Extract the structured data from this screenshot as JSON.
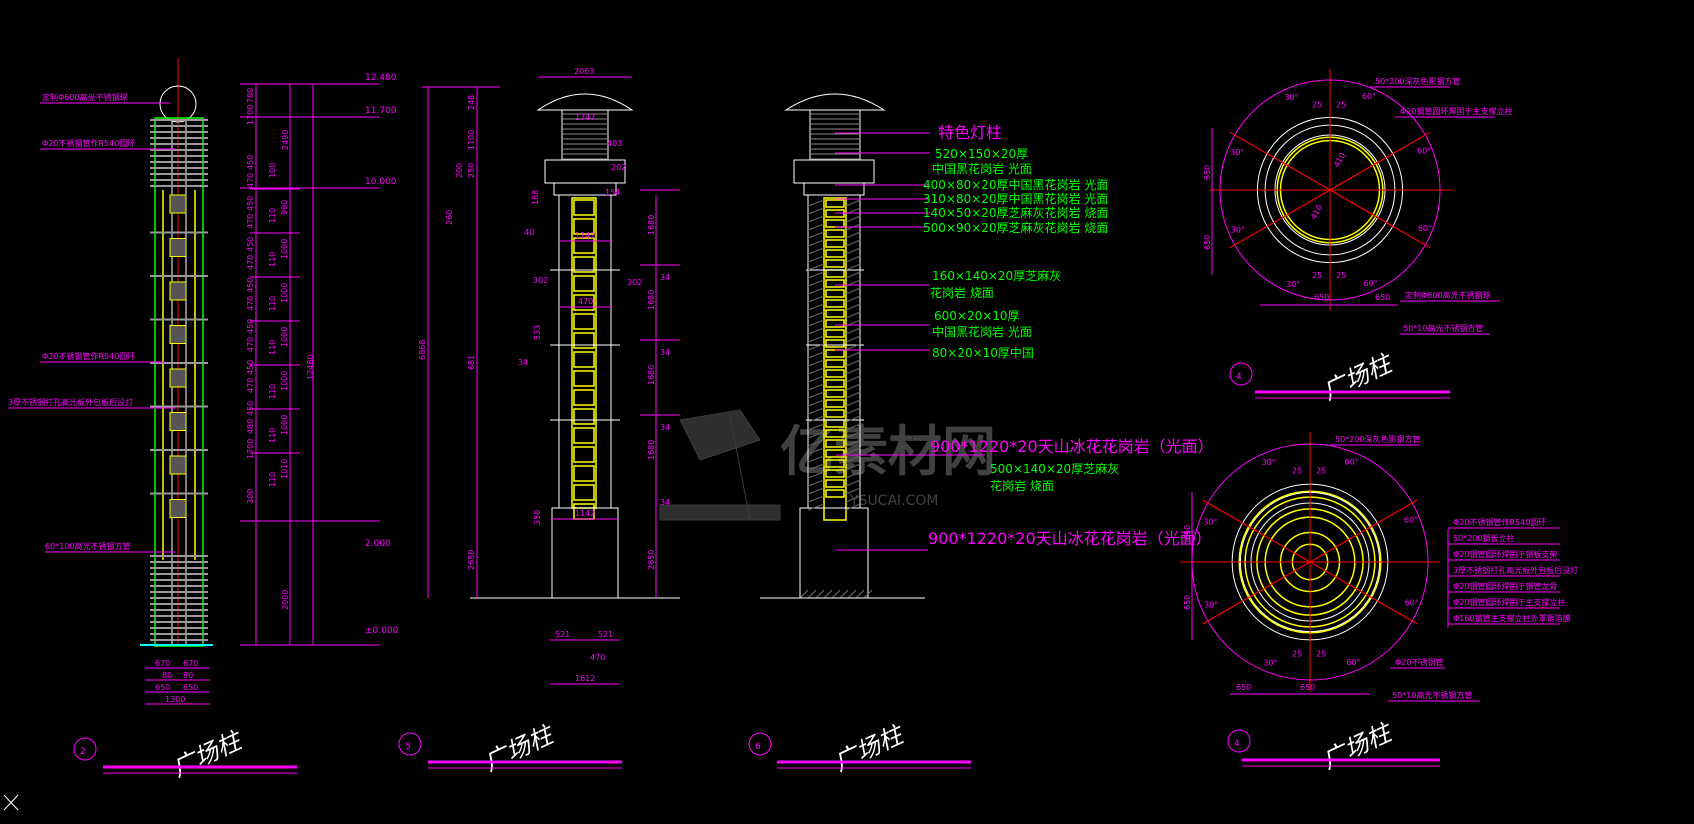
{
  "watermark": {
    "main": "亿素材网",
    "sub": "YSUCAI.COM"
  },
  "drawing2": {
    "number": "2",
    "title": "广场柱",
    "labels": [
      "定制Φ600高光不锈钢球",
      "Φ20不锈钢管作R540圆环",
      "Φ20不锈钢管作R540圆环",
      "3厚不锈钢打孔高光板外包板后设灯",
      "60*100高光不锈钢方管"
    ],
    "elevations": [
      "12.480",
      "11.700",
      "10.000",
      "2.000",
      "±0.000"
    ],
    "dims_a": [
      "780",
      "1700",
      "450",
      "470",
      "450",
      "470",
      "450",
      "470",
      "450",
      "470",
      "450",
      "470",
      "450",
      "470",
      "450",
      "480",
      "1700",
      "300"
    ],
    "dims_b": [
      "2490",
      "100",
      "110",
      "110",
      "110",
      "110",
      "110",
      "110",
      "2000"
    ],
    "dims_c": [
      "990",
      "1000",
      "1000",
      "1000",
      "1000",
      "1000",
      "1010"
    ],
    "total": "12480",
    "bottom_dims": [
      "670",
      "670",
      "80",
      "80",
      "650",
      "650",
      "1300"
    ]
  },
  "drawing5": {
    "number": "5",
    "title": "广场柱",
    "top_dims": [
      "2063",
      "1747",
      "403",
      "202",
      "154",
      "168",
      "40"
    ],
    "left_dims": [
      "248",
      "1100",
      "250",
      "200",
      "260",
      "6868",
      "681",
      "533",
      "34",
      "302",
      "350",
      "2650"
    ],
    "right_dims": [
      "1680",
      "1680",
      "1680",
      "1680",
      "2650",
      "34",
      "34",
      "34",
      "302"
    ],
    "mid_dims": [
      "1142",
      "470",
      "1142"
    ],
    "bottom_dims": [
      "521",
      "521",
      "470",
      "1612"
    ]
  },
  "drawing6": {
    "number": "6",
    "title": "广场柱",
    "heading": "特色灯柱",
    "notes": [
      "520×150×20厚",
      "中国黑花岗岩 光面",
      "400×80×20厚中国黑花岗岩 光面",
      "310×80×20厚中国黑花岗岩 光面",
      "140×50×20厚芝麻灰花岗岩 烧面",
      "500×90×20厚芝麻灰花岗岩 烧面",
      "160×140×20厚芝麻灰",
      "花岗岩 烧面",
      "600×20×10厚",
      "中国黑花岗岩 光面",
      "80×20×10厚中国"
    ],
    "big_note_1": "900*1220*20天山冰花花岗岩（光面）",
    "note_b1": "500×140×20厚芝麻灰",
    "note_b2": "花岗岩 烧面",
    "big_note_2": "900*1220*20天山冰花花岗岩（光面）"
  },
  "plan_top": {
    "number": "4",
    "title": "广场柱",
    "labels": [
      "50*200深灰色影钢方管",
      "Φ20钢管圆环焊固于主支撑立柱",
      "定制Φ600高光不锈钢球",
      "50*10高光不锈钢方管"
    ],
    "angles": [
      "60°",
      "60°",
      "30°",
      "30°",
      "30°",
      "30°",
      "60°",
      "60°"
    ],
    "dims": [
      "25",
      "25",
      "25",
      "25",
      "410",
      "410",
      "650",
      "650",
      "650",
      "650"
    ]
  },
  "plan_bottom": {
    "number": "4",
    "title": "广场柱",
    "labels": [
      "50*200深灰色影钢方管",
      "Φ20不锈钢管",
      "50*10高光不锈钢方管"
    ],
    "legend": [
      "Φ20不锈钢管作R540圆环",
      "50*200钢板立柱",
      "Φ20钢管圆环焊固于钢板支架",
      "3厚不锈钢打孔高光板外包板后设灯",
      "Φ20钢管圆环焊固于钢管龙骨",
      "Φ20钢管圆环焊固于主支撑立柱",
      "Φ160钢管主支撑立柱外罩银箔膜"
    ],
    "angles": [
      "60°",
      "60°",
      "30°",
      "30°",
      "30°",
      "30°",
      "60°",
      "60°"
    ],
    "dims": [
      "25",
      "25",
      "650",
      "650",
      "650",
      "650"
    ]
  },
  "colors": {
    "background": "#000000",
    "dimension": "#ff00ff",
    "note": "#00ff00",
    "outline": "#ffffff",
    "light": "#ffff00",
    "axis": "#ff0000"
  }
}
